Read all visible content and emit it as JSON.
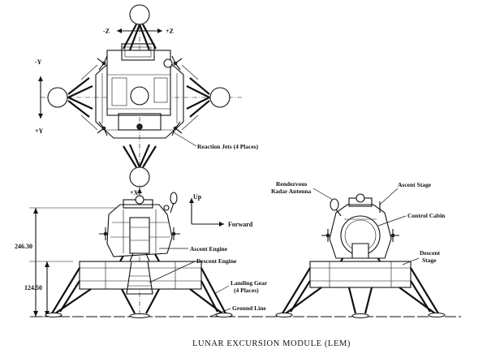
{
  "caption": "LUNAR EXCURSION MODULE (LEM)",
  "top_view": {
    "axis_neg_z": "-Z",
    "axis_pos_z": "+Z",
    "axis_neg_y": "-Y",
    "axis_pos_y": "+Y",
    "label_reaction_jets": "Reaction Jets (4 Places)"
  },
  "side_view": {
    "axis_pos_x": "+X",
    "axis_up": "Up",
    "axis_forward": "Forward",
    "dim_total_height": "246.30",
    "dim_descent_height": "124.50",
    "label_ascent_engine": "Ascent Engine",
    "label_descent_engine": "Descent Engine",
    "label_landing_gear_1": "Landing Gear",
    "label_landing_gear_2": "(4 Places)",
    "label_ground_line": "Ground Line"
  },
  "front_view": {
    "label_rendezvous_1": "Rendezvous",
    "label_rendezvous_2": "Radar Antenna",
    "label_ascent_stage": "Ascent Stage",
    "label_control_cabin": "Control Cabin",
    "label_descent_stage_1": "Descent",
    "label_descent_stage_2": "Stage"
  }
}
